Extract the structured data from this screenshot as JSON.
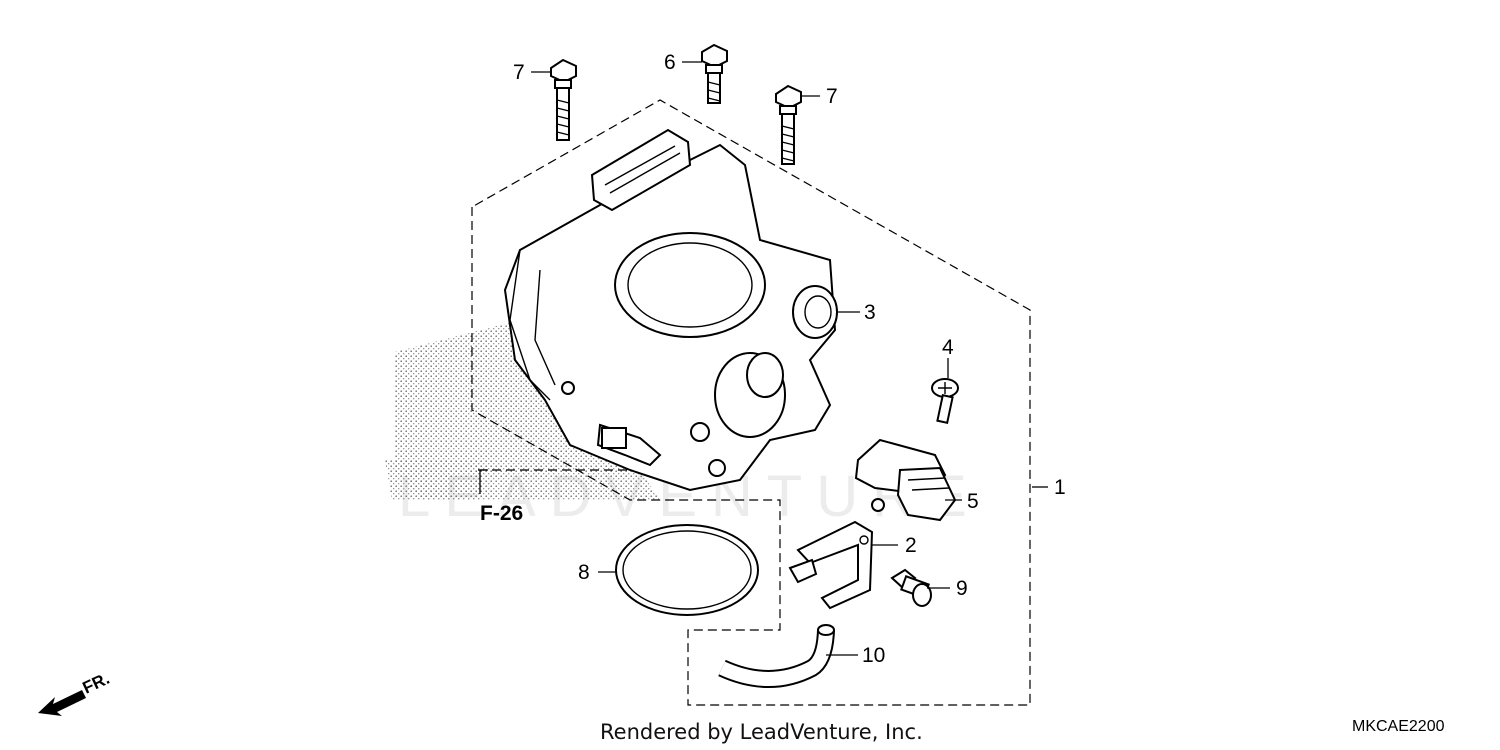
{
  "callouts": {
    "c1": "1",
    "c2": "2",
    "c3": "3",
    "c4": "4",
    "c5": "5",
    "c6": "6",
    "c7a": "7",
    "c7b": "7",
    "c8": "8",
    "c9": "9",
    "c10": "10"
  },
  "reference": "F-26",
  "direction_label": "FR.",
  "footer": "Rendered by LeadVenture, Inc.",
  "diagram_code": "MKCAE2200",
  "watermark": "LEADVENTURE"
}
